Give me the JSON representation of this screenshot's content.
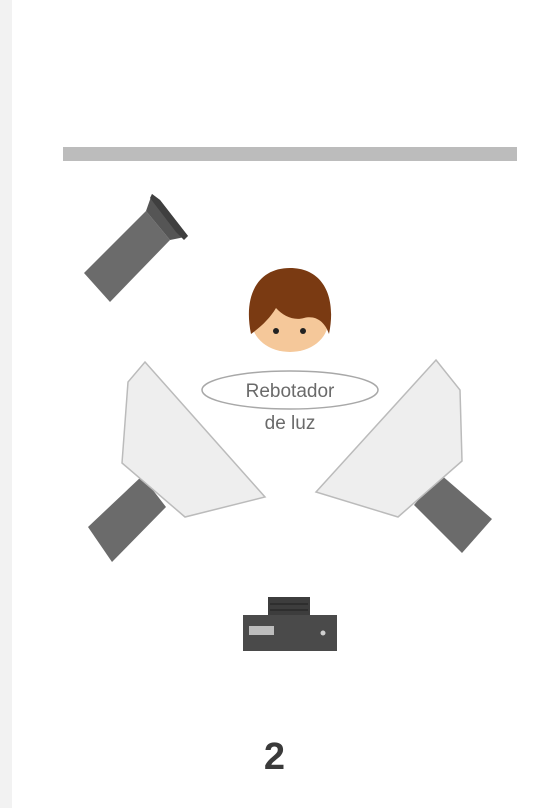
{
  "diagram": {
    "reflector_label_line1": "Rebotador",
    "reflector_label_line2": "de luz",
    "icons": {
      "backdrop": "backdrop-bar",
      "hair_light": "spotlight-icon",
      "subject": "person-head-icon",
      "left_key_light": "softbox-icon",
      "right_key_light": "softbox-icon",
      "reflector": "reflector-ellipse",
      "camera": "camera-icon"
    },
    "colors": {
      "backdrop": "#bcbcbc",
      "light_body": "#6b6b6b",
      "softbox_fill": "#eeeeee",
      "hair": "#7a3a12",
      "skin": "#f5c89a",
      "camera_body": "#4a4a4a"
    }
  },
  "page_number": "2"
}
